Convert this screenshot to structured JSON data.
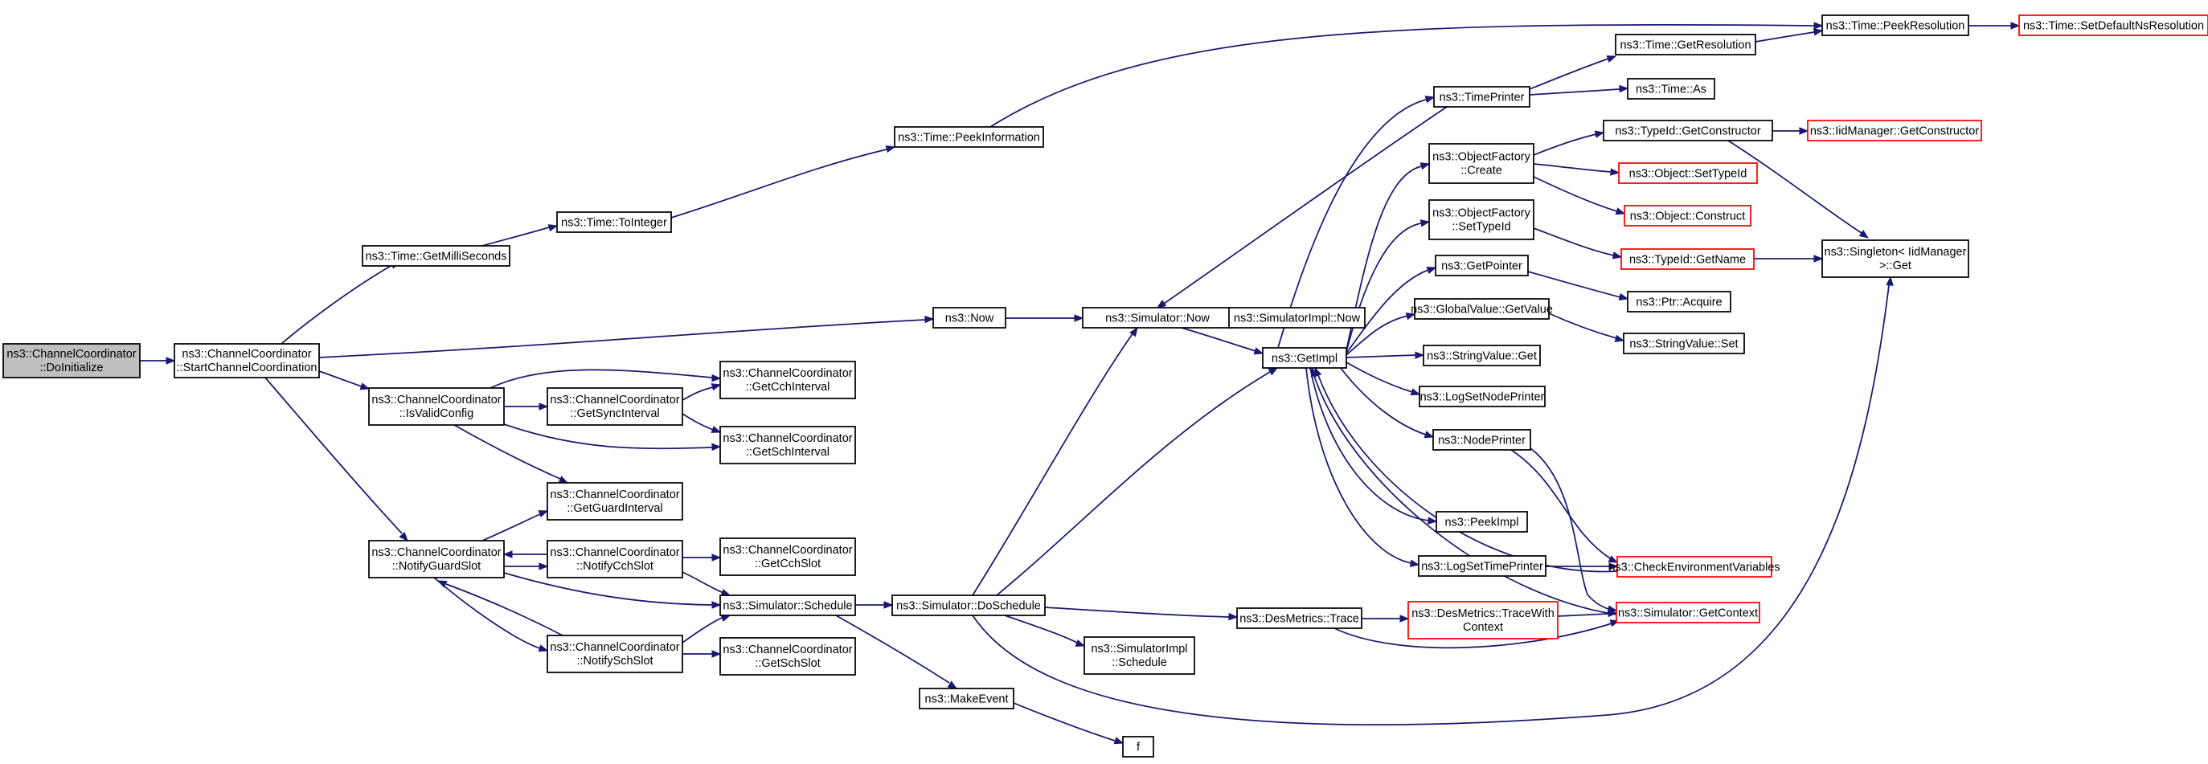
{
  "graph": {
    "nodes": {
      "doinit": {
        "lines": [
          "ns3::ChannelCoordinator",
          "::DoInitialize"
        ]
      },
      "startcc": {
        "lines": [
          "ns3::ChannelCoordinator",
          "::StartChannelCoordination"
        ]
      },
      "getms": {
        "lines": [
          "ns3::Time::GetMilliSeconds"
        ]
      },
      "toint": {
        "lines": [
          "ns3::Time::ToInteger"
        ]
      },
      "peekinfo": {
        "lines": [
          "ns3::Time::PeekInformation"
        ]
      },
      "peekres": {
        "lines": [
          "ns3::Time::PeekResolution"
        ]
      },
      "setdefns": {
        "lines": [
          "ns3::Time::SetDefaultNsResolution"
        ]
      },
      "getres": {
        "lines": [
          "ns3::Time::GetResolution"
        ]
      },
      "timeas": {
        "lines": [
          "ns3::Time::As"
        ]
      },
      "timeprinter": {
        "lines": [
          "ns3::TimePrinter"
        ]
      },
      "ofcreate": {
        "lines": [
          "ns3::ObjectFactory",
          "::Create"
        ]
      },
      "ofsettypeid": {
        "lines": [
          "ns3::ObjectFactory",
          "::SetTypeId"
        ]
      },
      "getpointer": {
        "lines": [
          "ns3::GetPointer"
        ]
      },
      "gvgetvalue": {
        "lines": [
          "ns3::GlobalValue::GetValue"
        ]
      },
      "svget": {
        "lines": [
          "ns3::StringValue::Get"
        ]
      },
      "logsetnode": {
        "lines": [
          "ns3::LogSetNodePrinter"
        ]
      },
      "nodeprinter": {
        "lines": [
          "ns3::NodePrinter"
        ]
      },
      "peekimpl": {
        "lines": [
          "ns3::PeekImpl"
        ]
      },
      "logsettime": {
        "lines": [
          "ns3::LogSetTimePrinter"
        ]
      },
      "typeidgetctor": {
        "lines": [
          "ns3::TypeId::GetConstructor"
        ]
      },
      "iidgetctor": {
        "lines": [
          "ns3::IidManager::GetConstructor"
        ]
      },
      "objsettypeid": {
        "lines": [
          "ns3::Object::SetTypeId"
        ]
      },
      "objconstruct": {
        "lines": [
          "ns3::Object::Construct"
        ]
      },
      "typeidgetname": {
        "lines": [
          "ns3::TypeId::GetName"
        ]
      },
      "singleton": {
        "lines": [
          "ns3::Singleton< IidManager",
          " >::Get"
        ]
      },
      "ptracquire": {
        "lines": [
          "ns3::Ptr::Acquire"
        ]
      },
      "svset": {
        "lines": [
          "ns3::StringValue::Set"
        ]
      },
      "now": {
        "lines": [
          "ns3::Now"
        ]
      },
      "simnow": {
        "lines": [
          "ns3::Simulator::Now"
        ]
      },
      "simimplnow": {
        "lines": [
          "ns3::SimulatorImpl::Now"
        ]
      },
      "getimpl": {
        "lines": [
          "ns3::GetImpl"
        ]
      },
      "isvalid": {
        "lines": [
          "ns3::ChannelCoordinator",
          "::IsValidConfig"
        ]
      },
      "getsync": {
        "lines": [
          "ns3::ChannelCoordinator",
          "::GetSyncInterval"
        ]
      },
      "getcchint": {
        "lines": [
          "ns3::ChannelCoordinator",
          "::GetCchInterval"
        ]
      },
      "getschint": {
        "lines": [
          "ns3::ChannelCoordinator",
          "::GetSchInterval"
        ]
      },
      "getguard": {
        "lines": [
          "ns3::ChannelCoordinator",
          "::GetGuardInterval"
        ]
      },
      "notifyguard": {
        "lines": [
          "ns3::ChannelCoordinator",
          "::NotifyGuardSlot"
        ]
      },
      "notifycch": {
        "lines": [
          "ns3::ChannelCoordinator",
          "::NotifyCchSlot"
        ]
      },
      "getcchslot": {
        "lines": [
          "ns3::ChannelCoordinator",
          "::GetCchSlot"
        ]
      },
      "notifysch": {
        "lines": [
          "ns3::ChannelCoordinator",
          "::NotifySchSlot"
        ]
      },
      "getschslot": {
        "lines": [
          "ns3::ChannelCoordinator",
          "::GetSchSlot"
        ]
      },
      "simschedule": {
        "lines": [
          "ns3::Simulator::Schedule"
        ]
      },
      "simdoschedule": {
        "lines": [
          "ns3::Simulator::DoSchedule"
        ]
      },
      "makeevent": {
        "lines": [
          "ns3::MakeEvent"
        ]
      },
      "f": {
        "lines": [
          "f"
        ]
      },
      "desmtrace": {
        "lines": [
          "ns3::DesMetrics::Trace"
        ]
      },
      "desmtracewith": {
        "lines": [
          "ns3::DesMetrics::TraceWith",
          "Context"
        ]
      },
      "simgetctx": {
        "lines": [
          "ns3::Simulator::GetContext"
        ]
      },
      "simimplsched": {
        "lines": [
          "ns3::SimulatorImpl",
          "::Schedule"
        ]
      },
      "checkenv": {
        "lines": [
          "ns3::CheckEnvironmentVariables"
        ]
      }
    }
  }
}
